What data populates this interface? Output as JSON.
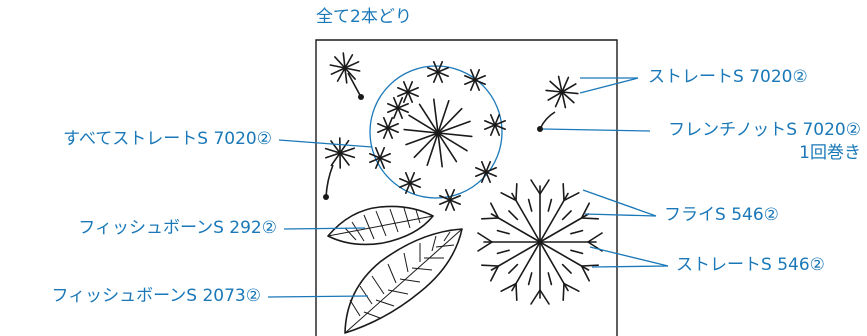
{
  "heading": "全て2本どり",
  "labels": {
    "all_straight": "すべてストレートS 7020②",
    "fishbone_292": "フィッシュボーンS 292②",
    "fishbone_2073": "フィッシュボーンS 2073②",
    "straight_7020": "ストレートS 7020②",
    "french_knot_line1": "フレンチノットS 7020②",
    "french_knot_line2": "1回巻き",
    "fly_546": "フライS 546②",
    "straight_546": "ストレートS 546②"
  },
  "colors": {
    "leader": "#1a78b8",
    "ink": "#1a1a1a"
  }
}
